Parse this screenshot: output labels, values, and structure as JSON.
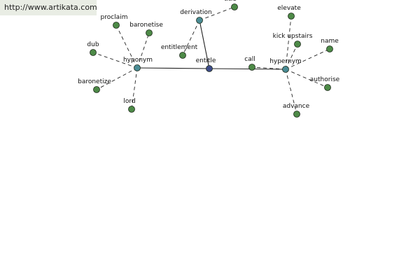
{
  "banner": {
    "url": "http://www.artikata.com"
  },
  "graph": {
    "colors": {
      "center": "#3e4c8a",
      "hub": "#4a8c95",
      "leaf": "#4d8a47",
      "edge": "#222222"
    },
    "nodes": [
      {
        "id": "entitle",
        "label": "entitle",
        "kind": "center"
      },
      {
        "id": "hyponym",
        "label": "hyponym",
        "kind": "hub"
      },
      {
        "id": "derivation",
        "label": "derivation",
        "kind": "hub"
      },
      {
        "id": "hypernym",
        "label": "hypernym",
        "kind": "hub"
      },
      {
        "id": "call",
        "label": "call",
        "kind": "leaf"
      },
      {
        "id": "proclaim",
        "label": "proclaim",
        "kind": "leaf"
      },
      {
        "id": "baronetise",
        "label": "baronetise",
        "kind": "leaf"
      },
      {
        "id": "dub",
        "label": "dub",
        "kind": "leaf"
      },
      {
        "id": "baronetize",
        "label": "baronetize",
        "kind": "leaf"
      },
      {
        "id": "lord",
        "label": "lord",
        "kind": "leaf"
      },
      {
        "id": "entitlement",
        "label": "entitlement",
        "kind": "leaf"
      },
      {
        "id": "title",
        "label": "title",
        "kind": "leaf"
      },
      {
        "id": "elevate",
        "label": "elevate",
        "kind": "leaf"
      },
      {
        "id": "kick-upstairs",
        "label": "kick upstairs",
        "kind": "leaf"
      },
      {
        "id": "name",
        "label": "name",
        "kind": "leaf"
      },
      {
        "id": "authorise",
        "label": "authorise",
        "kind": "leaf"
      },
      {
        "id": "advance",
        "label": "advance",
        "kind": "leaf"
      }
    ],
    "edges": [
      {
        "from": "entitle",
        "to": "hyponym",
        "style": "solid"
      },
      {
        "from": "entitle",
        "to": "derivation",
        "style": "solid"
      },
      {
        "from": "entitle",
        "to": "hypernym",
        "style": "solid"
      },
      {
        "from": "hyponym",
        "to": "proclaim",
        "style": "dashed"
      },
      {
        "from": "hyponym",
        "to": "baronetise",
        "style": "dashed"
      },
      {
        "from": "hyponym",
        "to": "dub",
        "style": "dashed"
      },
      {
        "from": "hyponym",
        "to": "baronetize",
        "style": "dashed"
      },
      {
        "from": "hyponym",
        "to": "lord",
        "style": "dashed"
      },
      {
        "from": "derivation",
        "to": "entitlement",
        "style": "dashed"
      },
      {
        "from": "derivation",
        "to": "title",
        "style": "dashed"
      },
      {
        "from": "hypernym",
        "to": "call",
        "style": "dashed"
      },
      {
        "from": "hypernym",
        "to": "elevate",
        "style": "dashed"
      },
      {
        "from": "hypernym",
        "to": "kick-upstairs",
        "style": "dashed"
      },
      {
        "from": "hypernym",
        "to": "name",
        "style": "dashed"
      },
      {
        "from": "hypernym",
        "to": "authorise",
        "style": "dashed"
      },
      {
        "from": "hypernym",
        "to": "advance",
        "style": "dashed"
      }
    ]
  }
}
